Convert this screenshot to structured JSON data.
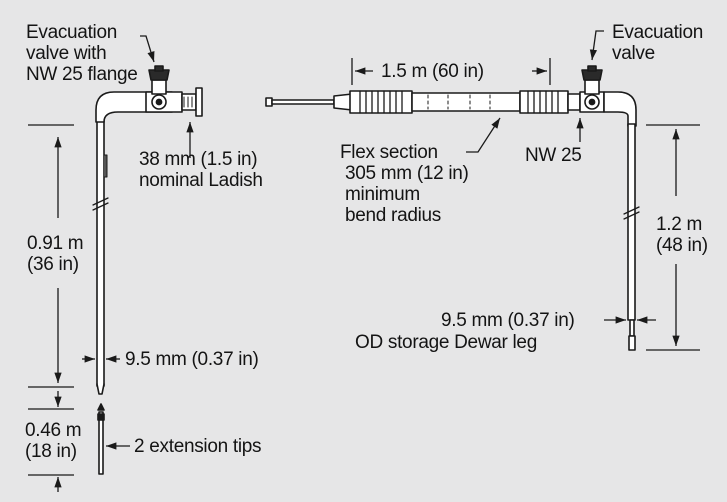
{
  "labels": {
    "evac_left": "Evacuation\nvalve with\nNW 25 flange",
    "evac_right": "Evacuation\nvalve",
    "ladish": "38 mm (1.5 in)\nnominal Ladish",
    "length_60": "1.5 m (60 in)",
    "flex": "Flex section",
    "flex_detail": "305 mm (12 in)\nminimum\nbend radius",
    "nw25": "NW 25",
    "h_036": "0.91 m\n(36 in)",
    "h_048": "1.2 m\n(48 in)",
    "dia_left": "9.5 mm (0.37 in)",
    "dia_right": "9.5 mm (0.37 in)",
    "od_leg": "OD storage Dewar leg",
    "h_018": "0.46 m\n(18 in)",
    "ext_tips": "2 extension tips"
  },
  "colors": {
    "background": "#e6e6e7",
    "line": "#1a1a1a",
    "fill": "#ffffff"
  }
}
